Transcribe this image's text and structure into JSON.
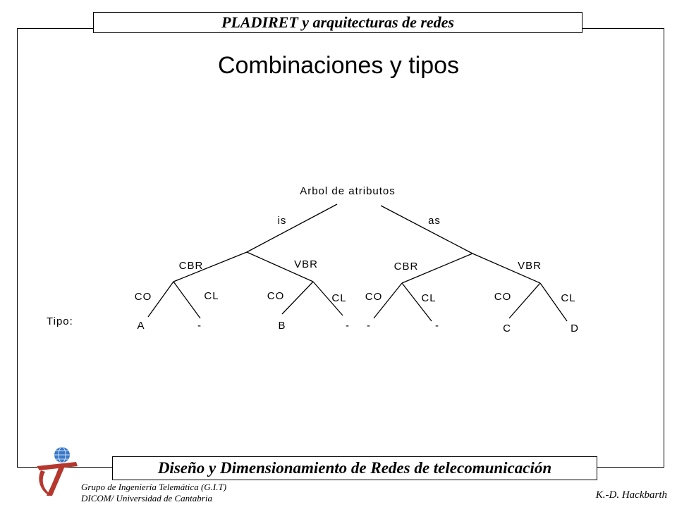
{
  "header": {
    "title": "PLADIRET y arquitecturas de redes"
  },
  "slide": {
    "title": "Combinaciones y tipos"
  },
  "diagram": {
    "root": "Arbol de atributos",
    "branches": {
      "left": "is",
      "right": "as"
    },
    "level2": [
      "CBR",
      "VBR",
      "CBR",
      "VBR"
    ],
    "level3": [
      "CO",
      "CL",
      "CO",
      "CL",
      "CO",
      "CL",
      "CO",
      "CL"
    ],
    "tipo_label": "Tipo:",
    "types": [
      "A",
      "-",
      "B",
      "-",
      "-",
      "-",
      "C",
      "D"
    ]
  },
  "footer": {
    "course": "Diseño y Dimensionamiento de Redes de telecomunicación",
    "group_line1": "Grupo de Ingeniería Telemática (G.I.T)",
    "group_line2": "DICOM/ Universidad de Cantabria",
    "author": "K.-D. Hackbarth"
  },
  "colors": {
    "logo_red": "#b5372e",
    "logo_globe": "#3a78c8"
  }
}
